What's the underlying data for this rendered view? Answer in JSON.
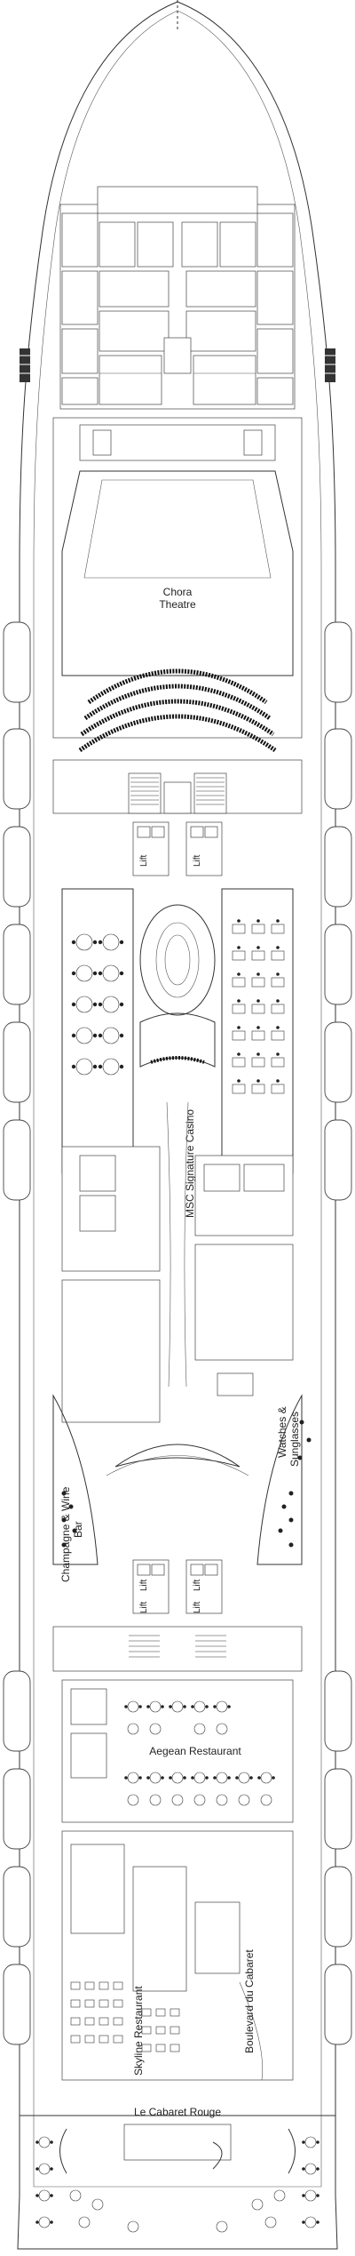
{
  "deck_plan": {
    "venues": {
      "chora_theatre_line1": "Chora",
      "chora_theatre_line2": "Theatre",
      "casino": "MSC Signature Casino",
      "watches_line1": "Watches &",
      "watches_line2": "Sunglasses",
      "champagne_line1": "Champagne & Wine",
      "champagne_line2": "Bar",
      "aegean_restaurant": "Aegean Restaurant",
      "boulevard": "Boulevard du Cabaret",
      "skyline_restaurant": "Skyline Restaurant",
      "cabaret_rouge": "Le Cabaret Rouge"
    },
    "lift_label": "Lift"
  }
}
